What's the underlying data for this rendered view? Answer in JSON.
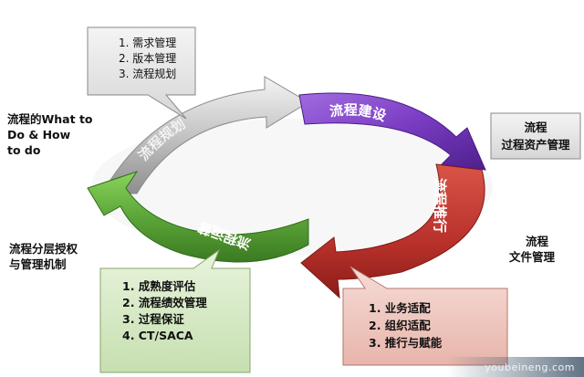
{
  "cycle": {
    "plan": "流程规划",
    "build": "流程建设",
    "push": "流程推行",
    "operate": "流程运营"
  },
  "plan_box": {
    "items": [
      "1.  需求管理",
      "2.  版本管理",
      "3.  流程规划"
    ]
  },
  "whatto": {
    "lines": [
      "流程的What to",
      "Do & How",
      "to do"
    ]
  },
  "asset": {
    "lines": [
      "流程",
      "过程资产管理"
    ]
  },
  "file": {
    "lines": [
      "流程",
      "文件管理"
    ]
  },
  "auth": {
    "lines": [
      "流程分层授权",
      "与管理机制"
    ]
  },
  "green_box": {
    "items": [
      "1.  成熟度评估",
      "2.  流程绩效管理",
      "3.  过程保证",
      "4.  CT/SACA"
    ]
  },
  "red_box": {
    "items": [
      "1.  业务适配",
      "2.  组织适配",
      "3.  推行与赋能"
    ]
  },
  "watermark": "youbeineng.com",
  "colors": {
    "purple": "#7b3fc4",
    "red": "#c0392b",
    "green": "#5aa33a",
    "gray": "#b9b9b9"
  }
}
